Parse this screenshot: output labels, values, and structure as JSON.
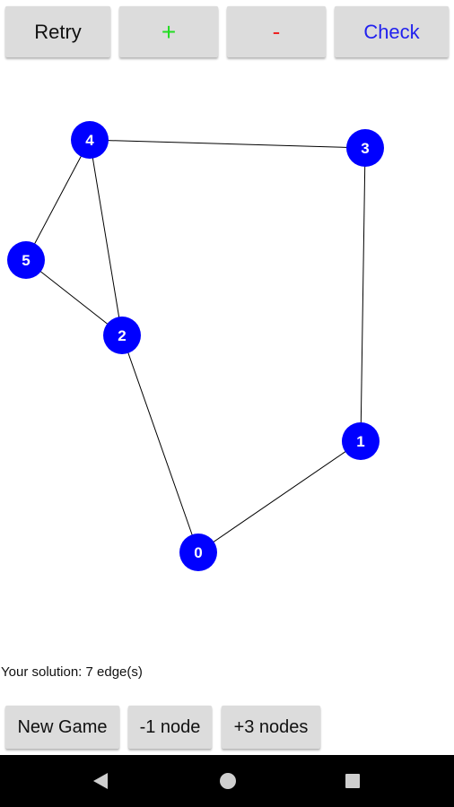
{
  "toolbar": {
    "retry_label": "Retry",
    "plus_label": "+",
    "minus_label": "-",
    "check_label": "Check"
  },
  "colors": {
    "plus_text": "#22dd22",
    "minus_text": "#ee2222",
    "check_text": "#2222ee",
    "node_fill": "#0000ff",
    "node_text": "#ffffff",
    "edge": "#000000",
    "button_bg": "#dcdcdc",
    "nav_bar": "#000000",
    "nav_icon": "#cfcfcf"
  },
  "graph": {
    "nodes": [
      {
        "id": "0",
        "label": "0"
      },
      {
        "id": "1",
        "label": "1"
      },
      {
        "id": "2",
        "label": "2"
      },
      {
        "id": "3",
        "label": "3"
      },
      {
        "id": "4",
        "label": "4"
      },
      {
        "id": "5",
        "label": "5"
      }
    ],
    "edges": [
      [
        "4",
        "3"
      ],
      [
        "3",
        "1"
      ],
      [
        "1",
        "0"
      ],
      [
        "0",
        "2"
      ],
      [
        "2",
        "4"
      ],
      [
        "4",
        "5"
      ],
      [
        "5",
        "2"
      ]
    ]
  },
  "status": {
    "solution_text": "Your solution: 7 edge(s)"
  },
  "bottom_bar": {
    "new_game_label": "New Game",
    "minus_node_label": "-1 node",
    "plus_nodes_label": "+3 nodes"
  },
  "nav": {
    "back_icon": "back-triangle-icon",
    "home_icon": "home-circle-icon",
    "recents_icon": "recents-square-icon"
  }
}
